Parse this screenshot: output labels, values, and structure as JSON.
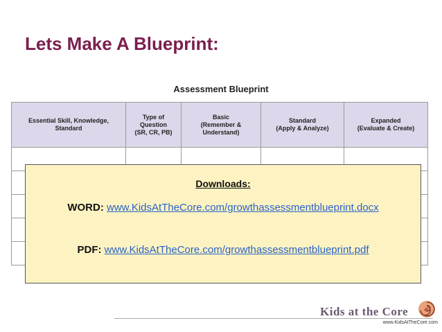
{
  "slide": {
    "title": "Lets Make A Blueprint:"
  },
  "blueprint": {
    "title": "Assessment Blueprint",
    "columns": [
      [
        "Essential Skill, Knowledge,",
        "Standard"
      ],
      [
        "Type of",
        "Question",
        "(SR, CR, PB)"
      ],
      [
        "Basic",
        "(Remember &",
        "Understand)"
      ],
      [
        "Standard",
        "(Apply & Analyze)"
      ],
      [
        "Expanded",
        "(Evaluate & Create)"
      ]
    ]
  },
  "downloads": {
    "heading": "Downloads:",
    "word_label": "WORD:",
    "word_link": "www.KidsAtTheCore.com/growthassessmentblueprint.docx",
    "pdf_label": "PDF:",
    "pdf_link": "www.KidsAtTheCore.com/growthassessmentblueprint.pdf"
  },
  "footer": {
    "logo_text": "Kids at the Core",
    "logo_url": "www.KidsAtTheCore.com"
  },
  "colors": {
    "title": "#7a1f4e",
    "header_fill": "#dcd7ea",
    "callout_fill": "#fdf3c2",
    "link": "#2a63c7"
  }
}
